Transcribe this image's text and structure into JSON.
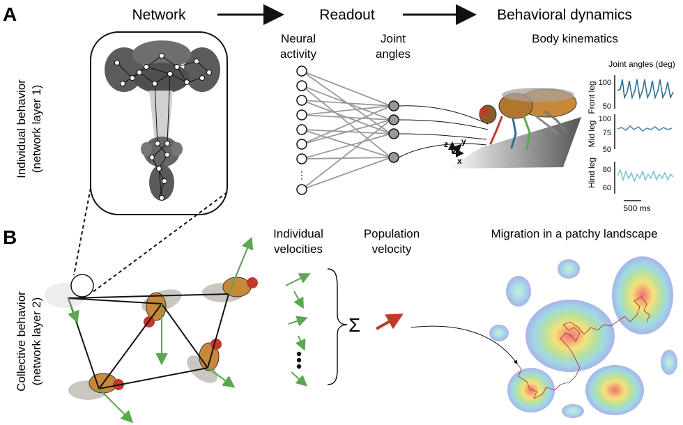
{
  "panel_a": {
    "letter": "A",
    "row_label_1": "Individual behavior",
    "row_label_2": "(network layer 1)",
    "header_network": "Network",
    "header_readout": "Readout",
    "header_dynamics": "Behavioral dynamics",
    "neural_activity_1": "Neural",
    "neural_activity_2": "activity",
    "joint_angles_1": "Joint",
    "joint_angles_2": "angles",
    "body_kinematics": "Body kinematics",
    "ellipsis": "⋮",
    "axis_z": "z",
    "axis_y": "y",
    "axis_x": "x",
    "traces_title": "Joint angles (deg)",
    "front_leg": "Front leg",
    "mid_leg": "Mid leg",
    "hind_leg": "Hind leg",
    "front_ticks": [
      "100",
      "50"
    ],
    "mid_ticks": [
      "100",
      "75",
      "50"
    ],
    "hind_ticks": [
      "80",
      "60"
    ],
    "scale_bar": "500 ms"
  },
  "panel_b": {
    "letter": "B",
    "row_label_1": "Collective behavior",
    "row_label_2": "(network layer 2)",
    "individual_velocities_1": "Individual",
    "individual_velocities_2": "velocities",
    "population_velocity_1": "Population",
    "population_velocity_2": "velocity",
    "sum_symbol": "Σ",
    "migration_title": "Migration in a patchy landscape"
  },
  "colors": {
    "arrow_green": "#5aa84f",
    "arrow_red": "#c0392b",
    "trace_blue": "#2f6e96",
    "fly_body": "#c8883a",
    "neuron_gray": "#999999"
  }
}
